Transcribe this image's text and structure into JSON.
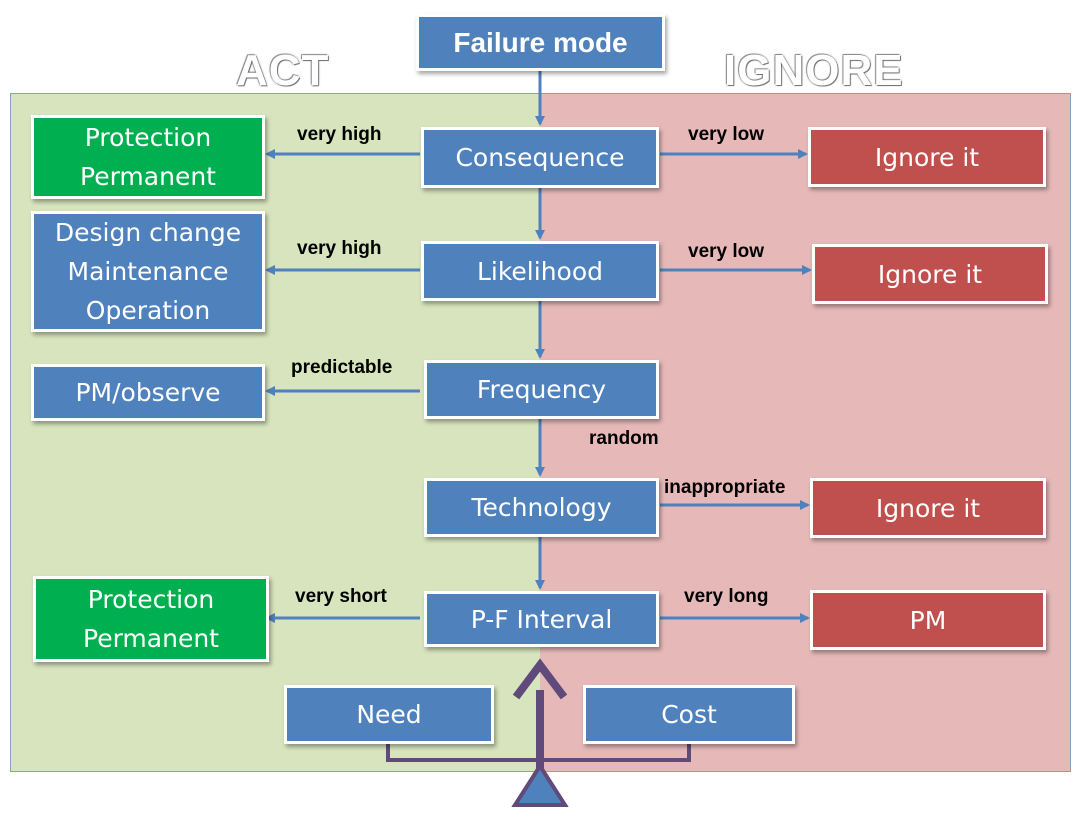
{
  "zones": {
    "act": "ACT",
    "ignore": "IGNORE"
  },
  "top": {
    "failure_mode": "Failure mode"
  },
  "center": {
    "consequence": "Consequence",
    "likelihood": "Likelihood",
    "frequency": "Frequency",
    "technology": "Technology",
    "pf_interval": "P-F Interval"
  },
  "act_boxes": {
    "protection_1": "Protection\nPermanent",
    "design_change": "Design change\nMaintenance\nOperation",
    "pm_observe": "PM/observe",
    "protection_2": "Protection\nPermanent"
  },
  "ignore_boxes": {
    "ignore_1": "Ignore it",
    "ignore_2": "Ignore it",
    "ignore_3": "Ignore it",
    "pm": "PM"
  },
  "labels": {
    "very_high_1": "very  high",
    "very_low_1": "very  low",
    "very_high_2": "very  high",
    "very_low_2": "very  low",
    "predictable": "predictable",
    "random": "random",
    "inappropriate": "inappropriate",
    "very_short": "very  short",
    "very_long": "very  long"
  },
  "balance": {
    "need": "Need",
    "cost": "Cost"
  },
  "colors": {
    "act_bg": "#d7e4bd",
    "ignore_bg": "#e6b9b8",
    "blue": "#4f81bd",
    "green": "#00b050",
    "red": "#c0504d",
    "balance": "#604a7b"
  }
}
